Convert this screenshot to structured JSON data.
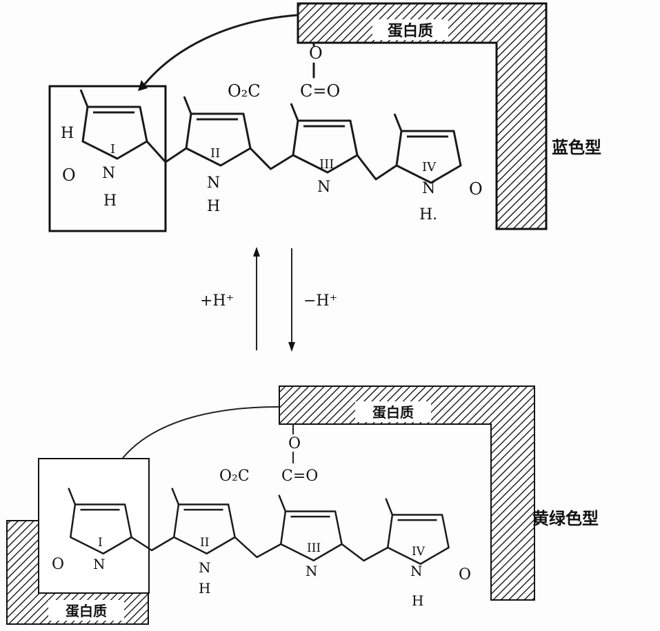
{
  "title": "Phycocyanobilin chromophore protonation forms",
  "top": {
    "protein_label": "蛋白质",
    "form_label": "蓝色型",
    "ester_o": "O",
    "carboxylate": "O₂C",
    "carbonyl": "C=O",
    "ring_labels": [
      "I",
      "II",
      "III",
      "IV"
    ],
    "atoms": {
      "h_ring1": "H",
      "o_ring1": "O",
      "n1": "N",
      "h1": "H",
      "n2": "N",
      "h2": "H",
      "n3": "N",
      "n4": "N",
      "h4": "H.",
      "o_ring4": "O"
    }
  },
  "equilibrium": {
    "protonate": "+H⁺",
    "deprotonate": "−H⁺"
  },
  "bottom": {
    "protein_label_top": "蛋白质",
    "protein_label_bottom": "蛋白质",
    "form_label": "黄绿色型",
    "ester_o": "O",
    "carboxylate": "O₂C",
    "carbonyl": "C=O",
    "ring_labels": [
      "I",
      "II",
      "III",
      "IV"
    ],
    "atoms": {
      "o_ring1": "O",
      "n1": "N",
      "n2": "N",
      "h2": "H",
      "n3": "N",
      "n4": "N",
      "h4": "H",
      "o_ring4": "O"
    }
  }
}
